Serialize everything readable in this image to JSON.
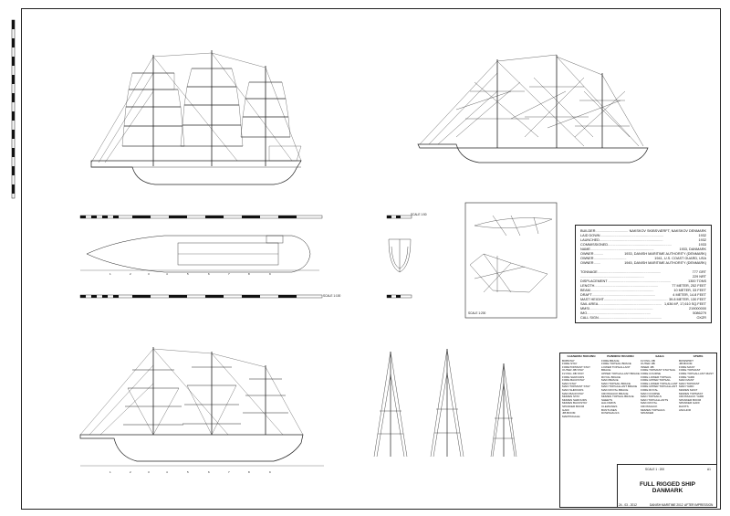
{
  "spec": {
    "rows": [
      {
        "k": "BUILDER",
        "v": "NAKSKOV SKIBSVÆRFT, NAKSKOV DENMARK"
      },
      {
        "k": "LAID DOWN",
        "v": "1932"
      },
      {
        "k": "LAUNCHED",
        "v": "1932"
      },
      {
        "k": "COMMISSIONED",
        "v": "1933"
      },
      {
        "k": "NAME",
        "v": "1933, DANMARK"
      },
      {
        "k": "OWNER",
        "v": "1933, DANISH MARITIME AUTHORITY (DENMARK)"
      },
      {
        "k": "OWNER",
        "v": "1941, U.S. COAST GUARD, USA"
      },
      {
        "k": "OWNER",
        "v": "1945, DANISH MARITIME AUTHORITY (DENMARK)"
      }
    ],
    "rows2": [
      {
        "k": "TONNAGE",
        "v": "777 GRT"
      },
      {
        "k": "",
        "v": "229 NRT"
      },
      {
        "k": "DISPLACEMENT",
        "v": "1300 TONS"
      },
      {
        "k": "LENGTH",
        "v": "77 METER, 252 FEET"
      },
      {
        "k": "BEAM",
        "v": "10 METER, 33 FEET"
      },
      {
        "k": "DRAFT",
        "v": "4 METER, 14.8 FEET"
      },
      {
        "k": "MAST HEIGHT",
        "v": "39.8 METER, 130 FEET"
      },
      {
        "k": "SAIL AREA",
        "v": "1,636 M², 17,610 SQ.FEET"
      },
      {
        "k": "MMSI",
        "v": "219000000"
      },
      {
        "k": "IMO",
        "v": "5086279"
      },
      {
        "k": "CALL SIGN",
        "v": "OXZR"
      }
    ]
  },
  "legend": {
    "columns": [
      {
        "heading": "STANDING RIGGING",
        "items": [
          "BOBSTAY",
          "FORE STAY",
          "FORETOPMAST STAY",
          "OUTER JIB STAY",
          "FLYING JIB STAY",
          "FORE SHROUDS",
          "FORE BACKSTAY",
          "MAIN STAY",
          "MAIN TOPMAST STAY",
          "MAIN SHROUDS",
          "MAIN BACKSTAY",
          "MIZZEN STAY",
          "MIZZEN SHROUDS",
          "MIZZEN BACKSTAY",
          "SPANKER BOOM",
          "GAFF",
          "JIB BOOM",
          "MARTINGALE"
        ]
      },
      {
        "heading": "RUNNING RIGGING",
        "items": [
          "FORE BRACE",
          "FORE TOPSAIL BRACE",
          "LOWER TOPGALLANT BRACE",
          "UPPER TOPGALLANT BRACE",
          "ROYAL BRACE",
          "MAIN BRACE",
          "MAIN TOPSAIL BRACE",
          "MAIN TOPGALLANT BRACE",
          "MAIN ROYAL BRACE",
          "CROSSJACK BRACE",
          "MIZZEN TOPSAIL BRACE",
          "SHEETS",
          "HALYARDS",
          "CLEWLINES",
          "BUNTLINES",
          "DOWNHAULS"
        ]
      },
      {
        "heading": "SAILS",
        "items": [
          "FLYING JIB",
          "OUTER JIB",
          "INNER JIB",
          "FORE TOPMAST STAYSAIL",
          "FORE COURSE",
          "FORE LOWER TOPSAIL",
          "FORE UPPER TOPSAIL",
          "FORE LOWER TOPGALLANT",
          "FORE UPPER TOPGALLANT",
          "FORE ROYAL",
          "MAIN COURSE",
          "MAIN TOPSAILS",
          "MAIN TOPGALLANTS",
          "MAIN ROYAL",
          "CROSSJACK",
          "MIZZEN TOPSAILS",
          "SPANKER"
        ]
      },
      {
        "heading": "SPARS",
        "items": [
          "BOWSPRIT",
          "JIB BOOM",
          "FORE MAST",
          "FORE TOPMAST",
          "FORE TOPGALLANT MAST",
          "FORE YARD",
          "MAIN MAST",
          "MAIN TOPMAST",
          "MAIN YARD",
          "MIZZEN MAST",
          "MIZZEN TOPMAST",
          "CROSSJACK YARD",
          "SPANKER BOOM",
          "SPANKER GAFF",
          "DAVITS",
          "ANCHOR"
        ]
      }
    ]
  },
  "title_block": {
    "scale": "SCALE 1 : 200",
    "sheet": "A1",
    "title_line1": "FULL RIGGED SHIP",
    "title_line2": "DANMARK",
    "date": "24 - 03 - 2012",
    "drawn": "DANISH MARITIME 2012",
    "software": "AFTER IMPRESSION"
  },
  "labels": {
    "scale_side": "SCALE 1:100",
    "scale_mid": "SCALE 1:50",
    "scale_bottom": "SCALE 1:200"
  }
}
